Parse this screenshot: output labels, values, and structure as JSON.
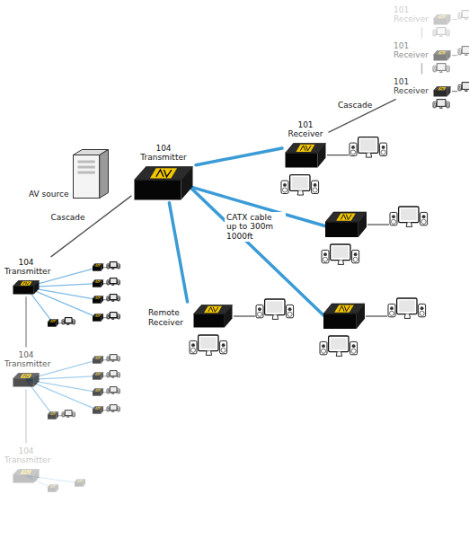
{
  "diagram": {
    "nodes": [
      {
        "text": [
          "101 Receiver"
        ]
      },
      {
        "text": [
          "101 Receiver"
        ]
      },
      {
        "text": [
          "101 Receiver"
        ]
      },
      {
        "text": [
          "101 Receiver"
        ]
      },
      {
        "text": [
          "AV source"
        ]
      },
      {
        "text": [
          "104 Transmitter"
        ]
      },
      {
        "text": [
          "Remote Receiver"
        ]
      },
      {
        "text": [
          "104 Transmitter"
        ]
      },
      {
        "text": [
          "104 Transmitter"
        ]
      },
      {
        "text": [
          "104 Transmitter"
        ]
      }
    ],
    "edges": [
      {
        "from": 5,
        "to": 3,
        "arrow": "none"
      },
      {
        "from": 5,
        "to": 6,
        "arrow": "none"
      },
      {
        "from": 5,
        "to": 7,
        "label": "Cascade",
        "arrow": "none"
      },
      {
        "from": 7,
        "to": 8,
        "arrow": "none"
      },
      {
        "from": 8,
        "to": 9,
        "arrow": "none"
      },
      {
        "from": 3,
        "to": 2,
        "label": "Cascade",
        "arrow": "none"
      },
      {
        "from": 2,
        "to": 1,
        "arrow": "none"
      },
      {
        "from": 1,
        "to": 0,
        "arrow": "none"
      }
    ],
    "labels": [
      "CATX cable up to 300m 1000ft"
    ]
  }
}
